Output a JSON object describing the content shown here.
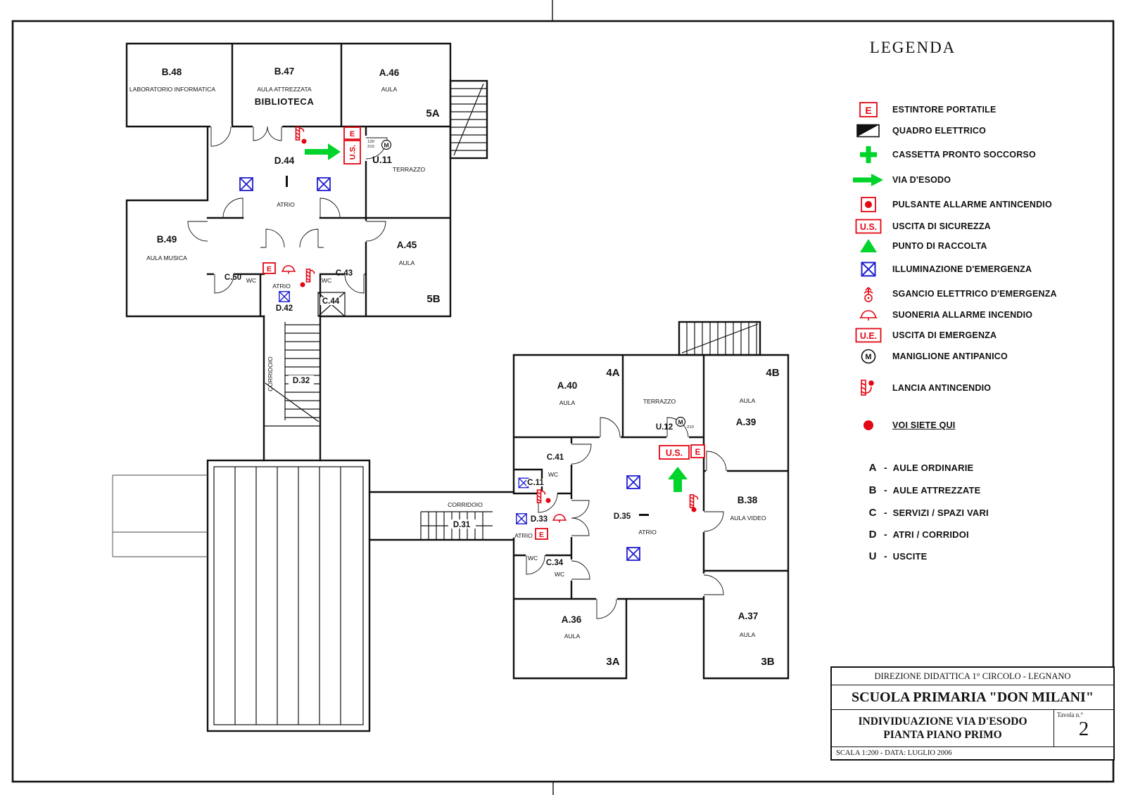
{
  "sym": {
    "e": "E",
    "us": "U.S.",
    "ue": "U.E.",
    "m": "M",
    "dash": "-"
  },
  "legend": {
    "title": "LEGENDA",
    "items": [
      {
        "icon": "extinguisher-icon",
        "label": "ESTINTORE PORTATILE"
      },
      {
        "icon": "electrical-panel-icon",
        "label": "QUADRO ELETTRICO"
      },
      {
        "icon": "first-aid-kit-icon",
        "label": "CASSETTA PRONTO SOCCORSO"
      },
      {
        "icon": "escape-route-arrow-icon",
        "label": "VIA D'ESODO"
      },
      {
        "icon": "fire-alarm-button-icon",
        "label": "PULSANTE ALLARME ANTINCENDIO"
      },
      {
        "icon": "safety-exit-icon",
        "label": "USCITA DI SICUREZZA"
      },
      {
        "icon": "assembly-point-icon",
        "label": "PUNTO DI RACCOLTA"
      },
      {
        "icon": "emergency-light-icon",
        "label": "ILLUMINAZIONE D'EMERGENZA"
      },
      {
        "icon": "electrical-release-icon",
        "label": "SGANCIO ELETTRICO D'EMERGENZA"
      },
      {
        "icon": "fire-alarm-bell-icon",
        "label": "SUONERIA ALLARME INCENDIO"
      },
      {
        "icon": "emergency-exit-icon",
        "label": "USCITA DI EMERGENZA"
      },
      {
        "icon": "panic-bar-icon",
        "label": "MANIGLIONE ANTIPANICO"
      },
      {
        "icon": "fire-hose-icon",
        "label": "LANCIA ANTINCENDIO"
      },
      {
        "icon": "you-are-here-icon",
        "label": "VOI SIETE QUI"
      }
    ],
    "letter_key": [
      {
        "letter": "A",
        "label": "AULE ORDINARIE"
      },
      {
        "letter": "B",
        "label": "AULE ATTREZZATE"
      },
      {
        "letter": "C",
        "label": "SERVIZI / SPAZI VARI"
      },
      {
        "letter": "D",
        "label": "ATRI / CORRIDOI"
      },
      {
        "letter": "U",
        "label": "USCITE"
      }
    ]
  },
  "title_block": {
    "line1": "DIREZIONE DIDATTICA 1° CIRCOLO - LEGNANO",
    "line2": "SCUOLA PRIMARIA \"DON MILANI\"",
    "line3a": "INDIVIDUAZIONE VIA D'ESODO",
    "line3b": "PIANTA PIANO PRIMO",
    "tavola_label": "Tavola n.°",
    "tavola_number": "2",
    "line4": "SCALA 1:200 - DATA: LUGLIO 2006"
  },
  "fp": {
    "b48": "B.48",
    "b48_sub": "LABORATORIO INFORMATICA",
    "b47": "B.47",
    "b47_sub": "AULA ATTREZZATA",
    "biblioteca": "BIBLIOTECA",
    "a46": "A.46",
    "aula": "AULA",
    "sec5a": "5A",
    "sec5b": "5B",
    "sec4a": "4A",
    "sec4b": "4B",
    "sec3a": "3A",
    "sec3b": "3B",
    "d44": "D.44",
    "atrio": "ATRIO",
    "u11": "U.11",
    "terrazzo": "TERRAZZO",
    "b49": "B.49",
    "b49_sub": "AULA MUSICA",
    "a45": "A.45",
    "c50": "C.50",
    "wc": "WC",
    "c43": "C.43",
    "c44": "C.44",
    "d42": "D.42",
    "corridoio": "CORRIDOIO",
    "d32": "D.32",
    "a40": "A.40",
    "u12": "U.12",
    "a39": "A.39",
    "c41": "C.41",
    "c11": "C.11",
    "d31": "D.31",
    "d33": "D.33",
    "d35": "D.35",
    "b38": "B.38",
    "b38_sub": "AULA VIDEO",
    "c34": "C.34",
    "a36": "A.36",
    "a37": "A.37",
    "d120": "120",
    "d210": "210"
  }
}
